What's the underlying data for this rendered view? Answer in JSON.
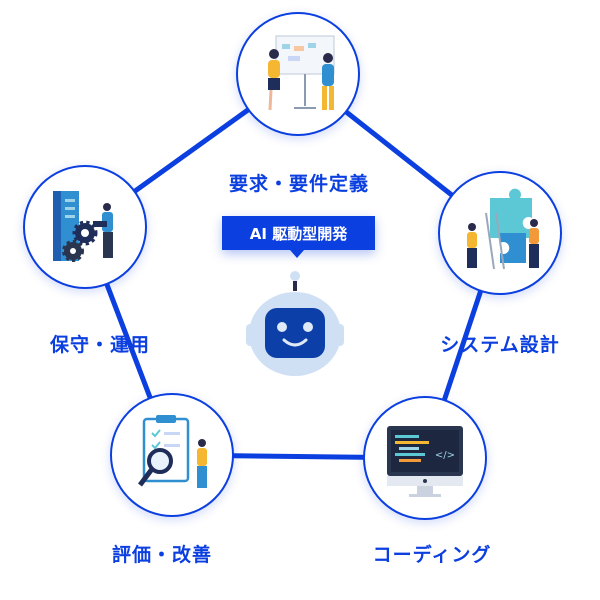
{
  "center": {
    "badge": "AI 駆動型開発",
    "icon": "robot-icon"
  },
  "steps": [
    {
      "label": "要求・要件定義",
      "icon": "presentation-board-icon"
    },
    {
      "label": "システム設計",
      "icon": "puzzle-team-icon"
    },
    {
      "label": "コーディング",
      "icon": "code-monitor-icon"
    },
    {
      "label": "評価・改善",
      "icon": "clipboard-magnifier-icon"
    },
    {
      "label": "保守・運用",
      "icon": "server-gears-icon"
    }
  ],
  "colors": {
    "accent": "#0b3fe0",
    "robot_light": "#cfe0f5",
    "robot_dark": "#0d3fa8"
  }
}
